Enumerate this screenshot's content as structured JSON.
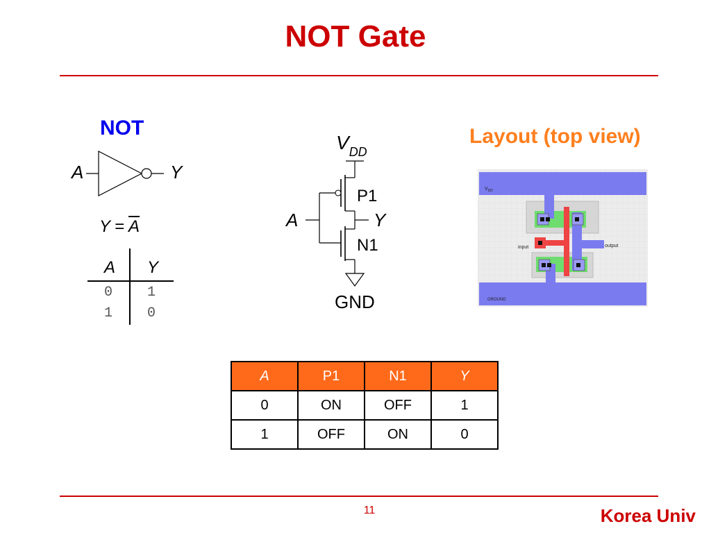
{
  "slide": {
    "title": "NOT Gate",
    "page_number": "11",
    "footer": "Korea Univ"
  },
  "gate_symbol": {
    "heading": "NOT",
    "input_label": "A",
    "output_label": "Y"
  },
  "equation": {
    "lhs": "Y",
    "eq": "=",
    "rhs": "A"
  },
  "truth_table": {
    "headers": [
      "A",
      "Y"
    ],
    "rows": [
      [
        "0",
        "1"
      ],
      [
        "1",
        "0"
      ]
    ]
  },
  "transistor_circuit": {
    "supply_label": "V",
    "supply_subscript": "DD",
    "pmos_label": "P1",
    "nmos_label": "N1",
    "input_label": "A",
    "output_label": "Y",
    "ground_label": "GND"
  },
  "layout_view": {
    "heading": "Layout (top view)",
    "vdd_text": "V",
    "vdd_sub": "DD",
    "input_text": "input",
    "output_text": "output",
    "ground_text": "GROUND",
    "colors": {
      "metal": "#7b7bf0",
      "poly": "#ee4444",
      "diffusion": "#6edc6e",
      "background": "#e4e4e4"
    }
  },
  "switch_table": {
    "headers": [
      "A",
      "P1",
      "N1",
      "Y"
    ],
    "rows": [
      [
        "0",
        "ON",
        "OFF",
        "1"
      ],
      [
        "1",
        "OFF",
        "ON",
        "0"
      ]
    ],
    "header_color": "#ff6a1a"
  }
}
